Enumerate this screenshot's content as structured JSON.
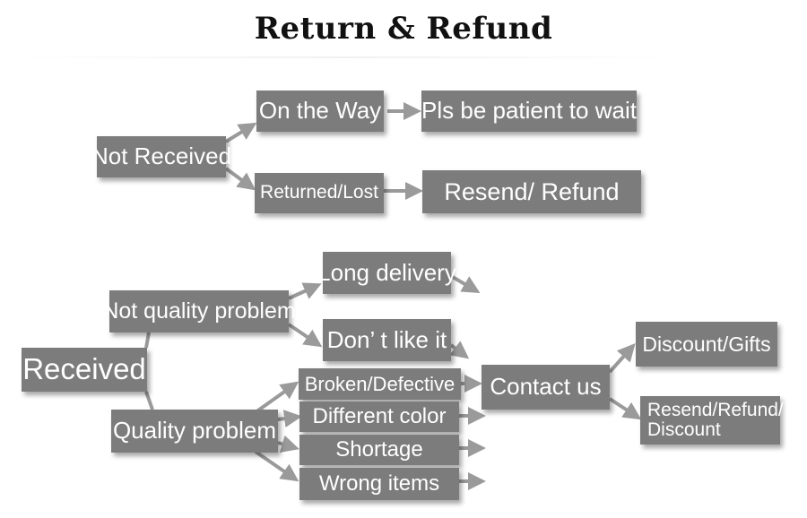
{
  "title": "Return & Refund",
  "nodes": {
    "not_received": "Not Received",
    "on_the_way": "On the Way",
    "pls_wait": "Pls be patient to wait",
    "returned_lost": "Returned/Lost",
    "resend_refund_top": "Resend/ Refund",
    "received": "Received",
    "not_quality_problem": "Not quality problem",
    "long_delivery": "Long delivery",
    "dont_like_it": "Don’ t like it",
    "quality_problem": "Quality problem",
    "broken_defective": "Broken/Defective",
    "different_color": "Different color",
    "shortage": "Shortage",
    "wrong_items": "Wrong items",
    "contact_us": "Contact us",
    "discount_gifts": "Discount/Gifts",
    "resend_refund_discount": "Resend/Refund/ Discount"
  },
  "colors": {
    "box": "#7c7c7c",
    "box_text": "#ffffff",
    "arrow": "#9a9a9a",
    "title": "#111111"
  }
}
